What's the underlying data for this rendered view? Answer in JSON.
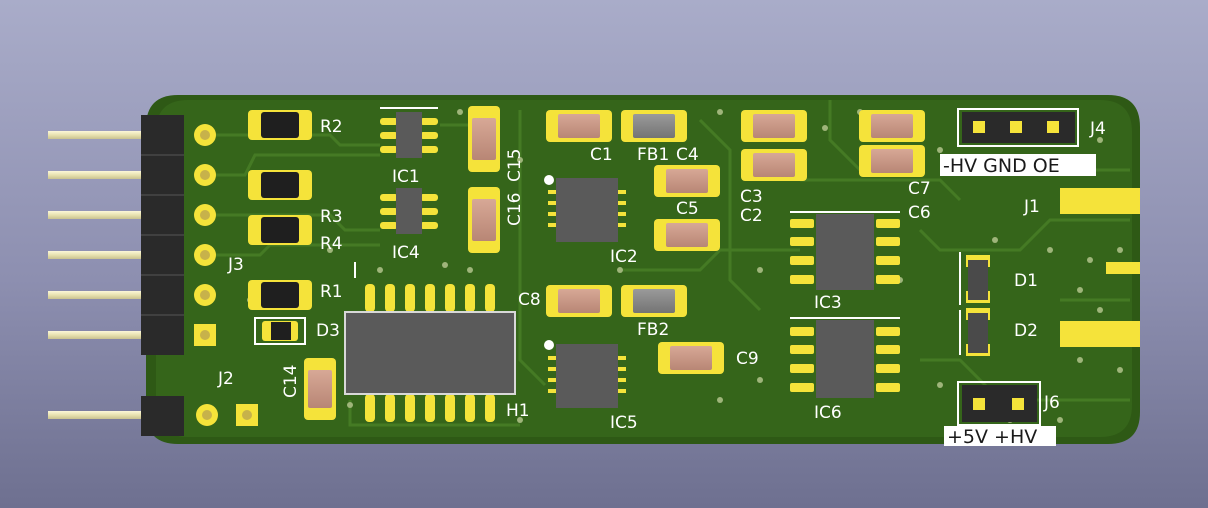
{
  "board": {
    "colors": {
      "background": "#9c9ebf",
      "pcb": "#2f5a16",
      "copper_pour": "#3a6a1c",
      "pad": "#f5e33a",
      "silkscreen": "#ffffff",
      "pin_metal": "#f0ecc0"
    }
  },
  "labels": {
    "R2": "R2",
    "R3": "R3",
    "R4": "R4",
    "R1": "R1",
    "IC1": "IC1",
    "IC4": "IC4",
    "IC2": "IC2",
    "IC5": "IC5",
    "IC3": "IC3",
    "IC6": "IC6",
    "C1": "C1",
    "C2": "C2",
    "C3": "C3",
    "C4": "C4",
    "C5": "C5",
    "C6": "C6",
    "C7": "C7",
    "C8": "C8",
    "C9": "C9",
    "C14": "C14",
    "C15": "C15",
    "C16": "C16",
    "FB1": "FB1",
    "FB2": "FB2",
    "D1": "D1",
    "D2": "D2",
    "D3": "D3",
    "J1": "J1",
    "J2": "J2",
    "J3": "J3",
    "J4": "J4",
    "J6": "J6",
    "H1": "H1"
  },
  "j4_pins": "-HV GND OE",
  "j6_pins": "+5V +HV"
}
